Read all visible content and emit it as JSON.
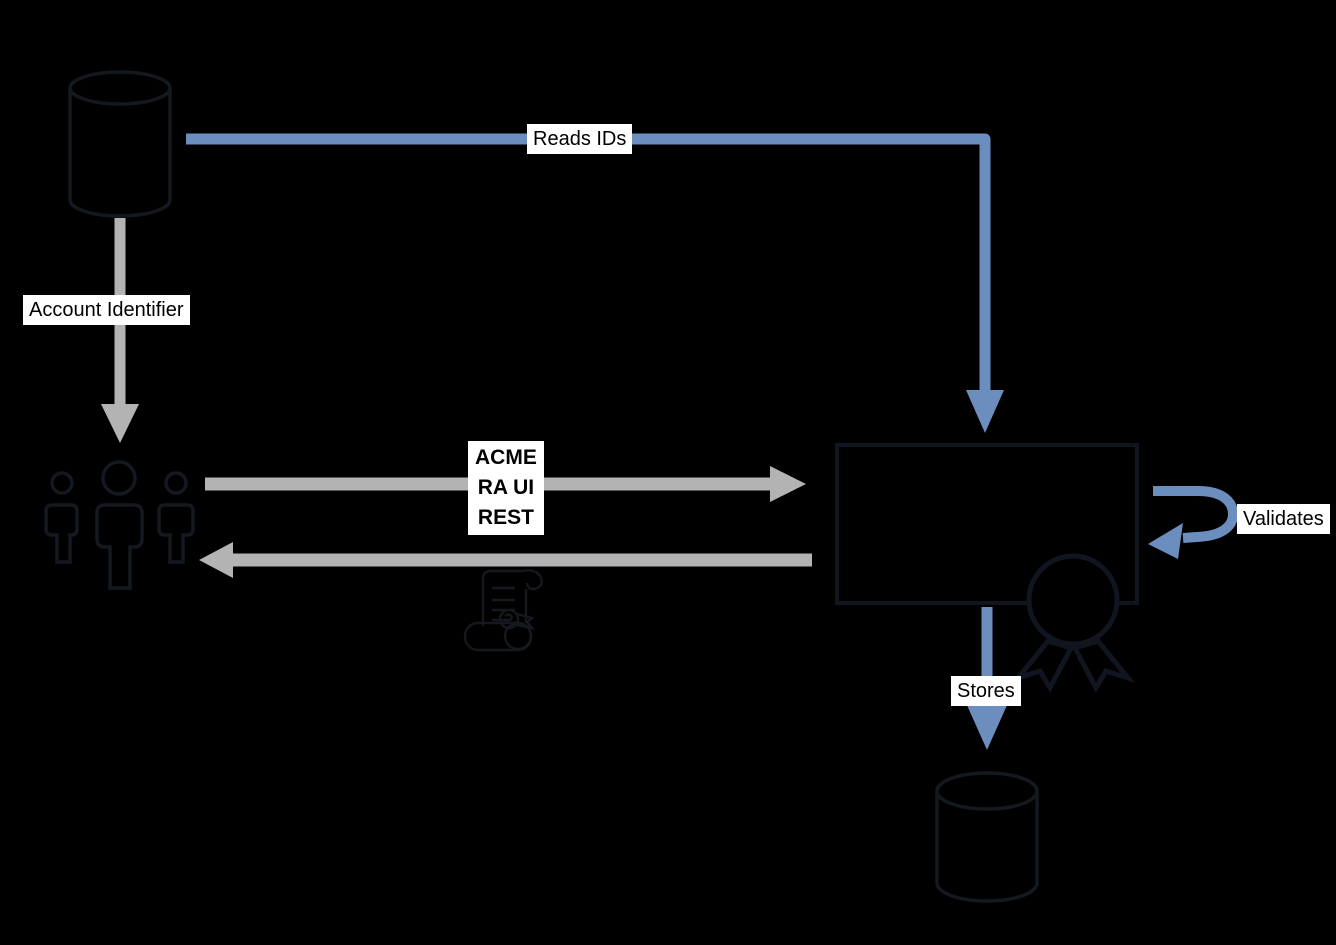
{
  "diagram": {
    "title": "certificate issuance flow diagram",
    "background": "#000000",
    "colors": {
      "flow_blue": "#6c8ebf",
      "flow_gray": "#b3b3b3",
      "shape_stroke": "#14181f",
      "label_bg": "#ffffff",
      "label_text": "#000000"
    },
    "nodes": [
      {
        "id": "source_database",
        "icon": "database-cylinder-icon",
        "position": "top-left"
      },
      {
        "id": "users",
        "icon": "user-group-icon",
        "position": "mid-left"
      },
      {
        "id": "service_box",
        "icon": "process-rectangle",
        "position": "mid-right"
      },
      {
        "id": "certificate_ribbon",
        "icon": "award-ribbon-icon",
        "position": "on-service-box"
      },
      {
        "id": "certificate_scroll",
        "icon": "certificate-scroll-icon",
        "position": "center-bottom"
      },
      {
        "id": "store_database",
        "icon": "database-cylinder-icon",
        "position": "bottom-right"
      }
    ],
    "edges": {
      "reads_ids": {
        "label": "Reads IDs",
        "color": "#6c8ebf",
        "from": "service_box",
        "to": "source_database"
      },
      "account_identifier": {
        "label": "Account Identifier",
        "color": "#b3b3b3",
        "from": "source_database",
        "to": "users"
      },
      "acme_request": {
        "label_lines": [
          "ACME",
          "RA UI",
          "REST"
        ],
        "color": "#b3b3b3",
        "from": "users",
        "to": "service_box"
      },
      "acme_response": {
        "label": "",
        "color": "#b3b3b3",
        "from": "service_box",
        "to": "users"
      },
      "validates": {
        "label": "Validates",
        "color": "#6c8ebf",
        "from": "service_box",
        "to": "service_box"
      },
      "stores": {
        "label": "Stores",
        "color": "#6c8ebf",
        "from": "service_box",
        "to": "store_database"
      }
    }
  }
}
